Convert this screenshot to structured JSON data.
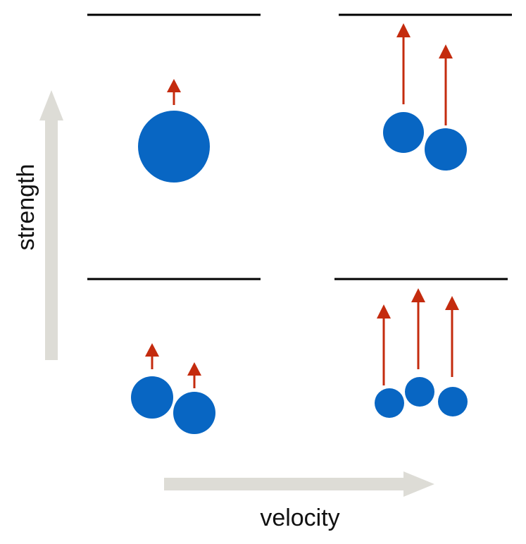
{
  "labels": {
    "x_axis": "velocity",
    "y_axis": "strength"
  },
  "colors": {
    "background": "#ffffff",
    "particle": "#0866c3",
    "arrow": "#c42b0e",
    "axis_arrow": "#dddcd6",
    "floor_line": "#000000",
    "text": "#111111"
  },
  "panels": [
    {
      "position": "top-left",
      "particle_count": 1,
      "arrow_strength": "small"
    },
    {
      "position": "top-right",
      "particle_count": 2,
      "arrow_strength": "large"
    },
    {
      "position": "bottom-left",
      "particle_count": 2,
      "arrow_strength": "small"
    },
    {
      "position": "bottom-right",
      "particle_count": 3,
      "arrow_strength": "large"
    }
  ]
}
